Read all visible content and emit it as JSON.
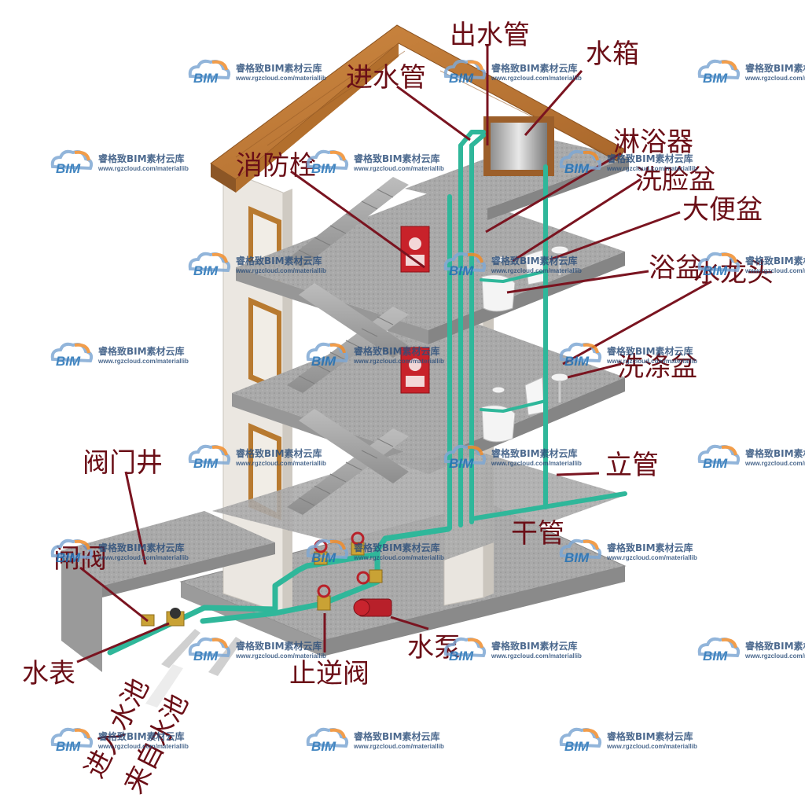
{
  "labels": {
    "inlet_pipe": "进水管",
    "outlet_pipe": "出水管",
    "water_tank": "水箱",
    "shower": "淋浴器",
    "washbasin": "洗脸盆",
    "toilet": "大便盆",
    "bathtub": "浴盆",
    "faucet": "水龙头",
    "wash_sink": "洗涤盆",
    "riser": "立管",
    "main_pipe": "干管",
    "fire_hydrant": "消防栓",
    "valve_well": "阀门井",
    "gate_valve": "闸阀",
    "water_meter": "水表",
    "check_valve": "止逆阀",
    "pump": "水泵",
    "to_pool": "进入水池",
    "from_pool": "来自水池"
  },
  "watermark": {
    "logo": "BIM",
    "brand": "睿格致BIM素材云库",
    "url": "www.rgzcloud.com/materiallib"
  },
  "colors": {
    "label": "#6b0f17",
    "pipe": "#2fb79a",
    "roof": "#c07a34",
    "wall": "#e6e2dc",
    "floor": "#a8a8a8",
    "hydrant": "#c8222a",
    "watermark": "#1f6fb5"
  }
}
